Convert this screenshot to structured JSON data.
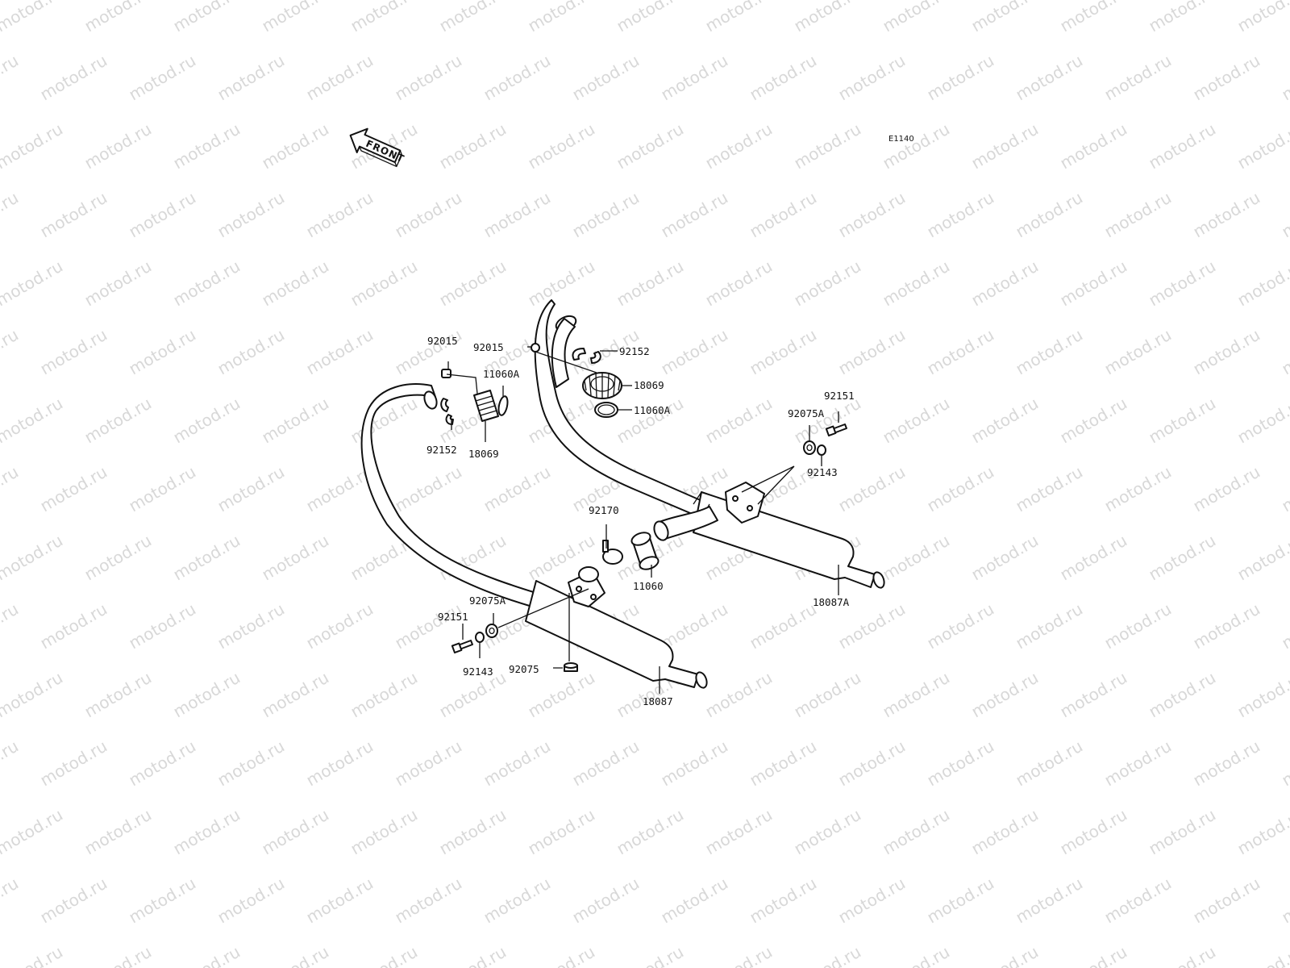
{
  "diagram": {
    "code": "E1140",
    "front_label": "FRONT",
    "watermark": "motod.ru",
    "labels": {
      "l_92015_a": "92015",
      "l_92015_b": "92015",
      "l_92152_a": "92152",
      "l_92152_b": "92152",
      "l_11060A_a": "11060A",
      "l_11060A_b": "11060A",
      "l_18069_a": "18069",
      "l_18069_b": "18069",
      "l_92151_a": "92151",
      "l_92151_b": "92151",
      "l_92075A_a": "92075A",
      "l_92075A_b": "92075A",
      "l_92143_a": "92143",
      "l_92143_b": "92143",
      "l_92170": "92170",
      "l_11060": "11060",
      "l_18087A": "18087A",
      "l_18087": "18087",
      "l_92075": "92075"
    }
  }
}
